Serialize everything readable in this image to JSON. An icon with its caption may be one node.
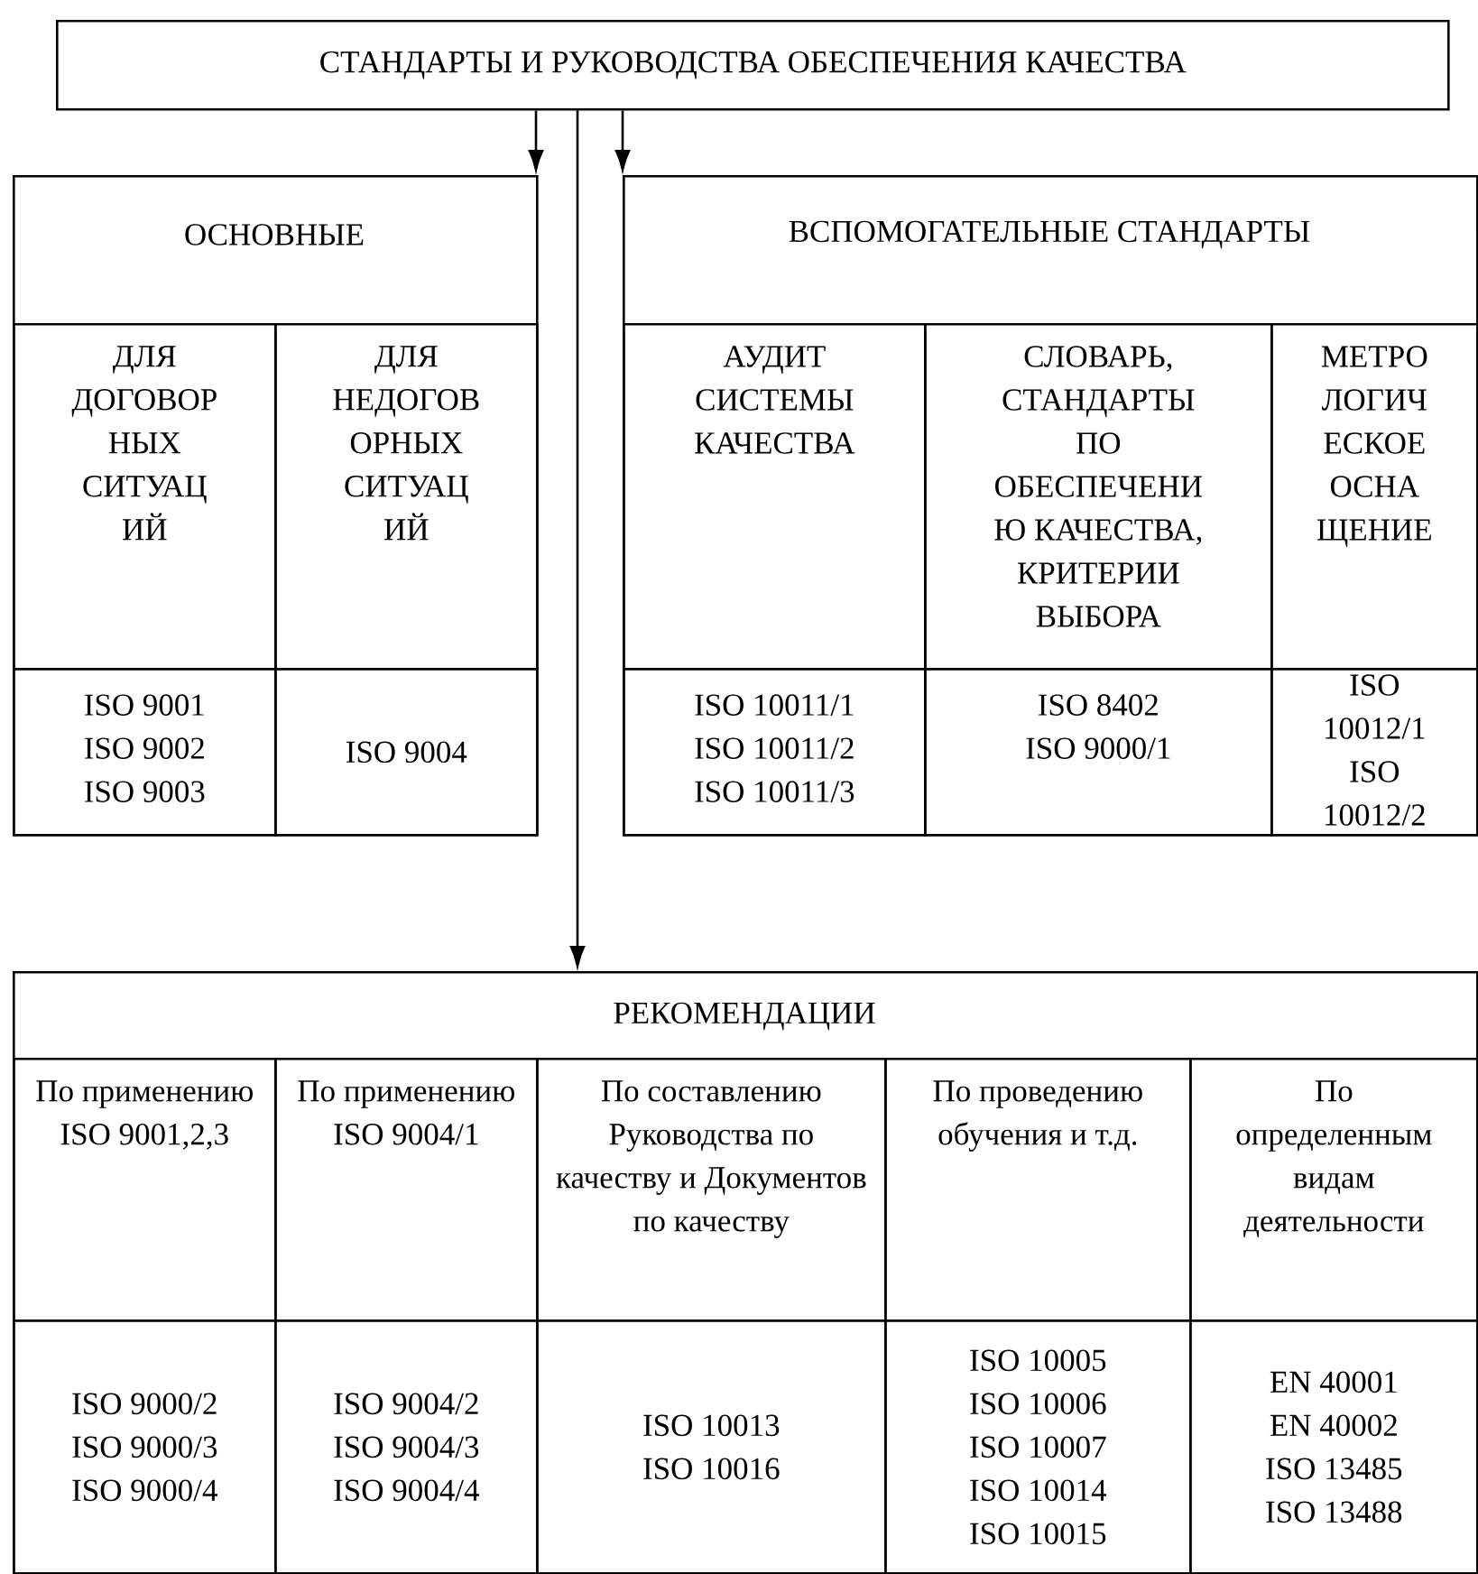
{
  "diagram": {
    "nodes": [
      {
        "text": [
          "СТАНДАРТЫ И РУКОВОДСТВА ОБЕСПЕЧЕНИЯ КАЧЕСТВА"
        ]
      },
      {
        "text": [
          "ОСНОВНЫЕ"
        ]
      },
      {
        "text": [
          "ДЛЯ ДОГОВОР НЫХ СИТУАЦ ИЙ"
        ],
        "in": 1
      },
      {
        "text": [
          "ДЛЯ НЕДОГОВ ОРНЫХ СИТУАЦ ИЙ"
        ],
        "in": 1
      },
      {
        "text": [
          "ISO 9001",
          "ISO 9002",
          "ISO 9003"
        ],
        "in": 1
      },
      {
        "text": [
          "ISO 9004"
        ],
        "in": 1
      },
      {
        "text": [
          "ВСПОМОГАТЕЛЬНЫЕ СТАНДАРТЫ"
        ]
      },
      {
        "text": [
          "АУДИТ СИСТЕМЫ КАЧЕСТВА"
        ],
        "in": 6
      },
      {
        "text": [
          "СЛОВАРЬ, СТАНДАРТЫ ПО ОБЕСПЕЧЕНИ Ю КАЧЕСТВА, КРИТЕРИИ ВЫБОРА"
        ],
        "in": 6
      },
      {
        "text": [
          "МЕТРО ЛОГИЧ ЕСКОЕ ОСНА ЩЕНИЕ"
        ],
        "in": 6
      },
      {
        "text": [
          "ISO 10011/1",
          "ISO 10011/2",
          "ISO 10011/3"
        ],
        "in": 6
      },
      {
        "text": [
          "ISO 8402",
          "ISO 9000/1"
        ],
        "in": 6
      },
      {
        "text": [
          "ISO 10012/1",
          "ISO 10012/2"
        ],
        "in": 6
      },
      {
        "text": [
          "РЕКОМЕНДАЦИИ"
        ]
      },
      {
        "text": [
          "По применению ISO 9001,2,3"
        ],
        "in": 13
      },
      {
        "text": [
          "По применению ISO 9004/1"
        ],
        "in": 13
      },
      {
        "text": [
          "По составлению Руководства по качеству и Документов по качеству"
        ],
        "in": 13
      },
      {
        "text": [
          "По проведению обучения и т.д."
        ],
        "in": 13
      },
      {
        "text": [
          "По определенным видам деятельности"
        ],
        "in": 13
      },
      {
        "text": [
          "ISO 9000/2",
          "ISO 9000/3",
          "ISO 9000/4"
        ],
        "in": 13
      },
      {
        "text": [
          "ISO 9004/2",
          "ISO 9004/3",
          "ISO 9004/4"
        ],
        "in": 13
      },
      {
        "text": [
          "ISO 10013",
          "ISO 10016"
        ],
        "in": 13
      },
      {
        "text": [
          "ISO 10005",
          "ISO 10006",
          "ISO 10007",
          "ISO 10014",
          "ISO 10015"
        ],
        "in": 13
      },
      {
        "text": [
          "EN 40001",
          "EN 40002",
          "ISO 13485",
          "ISO 13488"
        ],
        "in": 13
      }
    ],
    "edges": [
      {
        "from": 0,
        "to": 1,
        "arrow": "to"
      },
      {
        "from": 0,
        "to": 6,
        "arrow": "to"
      },
      {
        "from": 0,
        "to": 13,
        "arrow": "to"
      }
    ]
  }
}
